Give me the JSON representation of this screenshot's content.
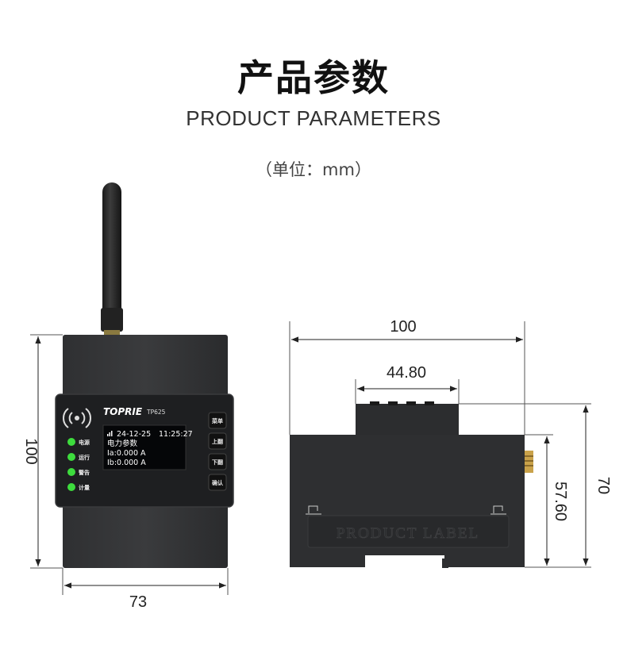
{
  "header": {
    "title_cn": "产品参数",
    "title_en": "PRODUCT PARAMETERS",
    "unit_note": "（单位：mm）"
  },
  "device": {
    "brand": "TOPRIE",
    "model": "TP625",
    "leds": [
      "电源",
      "运行",
      "警告",
      "计量"
    ],
    "buttons": [
      "菜单",
      "上翻",
      "下翻",
      "确认"
    ],
    "screen": {
      "date": "24-12-25",
      "time": "11:25:27",
      "heading": "电力参数",
      "line1": "Ia:0.000  A",
      "line2": "Ib:0.000  A"
    },
    "side_label": "PRODUCT LABEL"
  },
  "dimensions": {
    "front_height": "100",
    "front_width": "73",
    "side_width": "100",
    "side_top_width": "44.80",
    "side_height": "70",
    "side_body_height": "57.60"
  },
  "colors": {
    "body": "#2b2c2e",
    "panel": "#1c1d1f",
    "led": "#3ddc3d",
    "antenna_connector": "#c9a24a"
  }
}
